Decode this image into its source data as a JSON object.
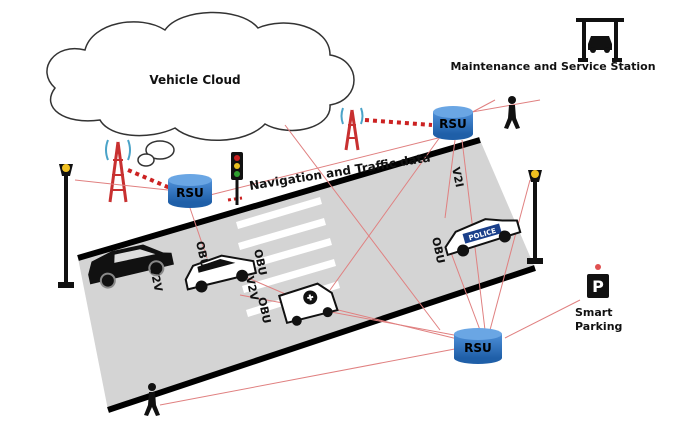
{
  "labels": {
    "cloud": "Vehicle Cloud",
    "maintenance": "Maintenance and Service Station",
    "nav": "Navigation and Traffic data",
    "v2i": "V2I",
    "v2v_1": "V2V",
    "v2v_2": "V2V",
    "smart_parking_1": "Smart",
    "smart_parking_2": "Parking",
    "parking_sign": "P",
    "police": "POLICE"
  },
  "rsu": {
    "label_1": "RSU",
    "label_2": "RSU",
    "label_3": "RSU"
  },
  "obu": {
    "label_1": "OBU",
    "label_2": "OBU",
    "label_3": "OBU",
    "label_4": "OBU"
  },
  "colors": {
    "road": "#d4d4d4",
    "road_edge": "#000000",
    "rsu_fill": "#2e74c4",
    "link_red": "#cc2222",
    "link_pink": "#e08080"
  }
}
